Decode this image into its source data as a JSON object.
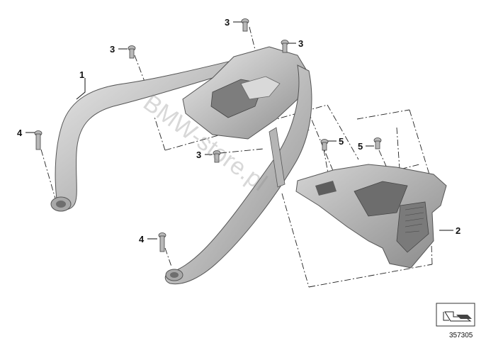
{
  "diagram": {
    "callouts": {
      "c1": "1",
      "c2": "2",
      "c3a": "3",
      "c3b": "3",
      "c3c": "3",
      "c3d": "3",
      "c4a": "4",
      "c4b": "4",
      "c5a": "5",
      "c5b": "5"
    },
    "watermark": "BMW-store.pl",
    "reference_number": "357305",
    "icon": "orientation-arrow-icon"
  }
}
